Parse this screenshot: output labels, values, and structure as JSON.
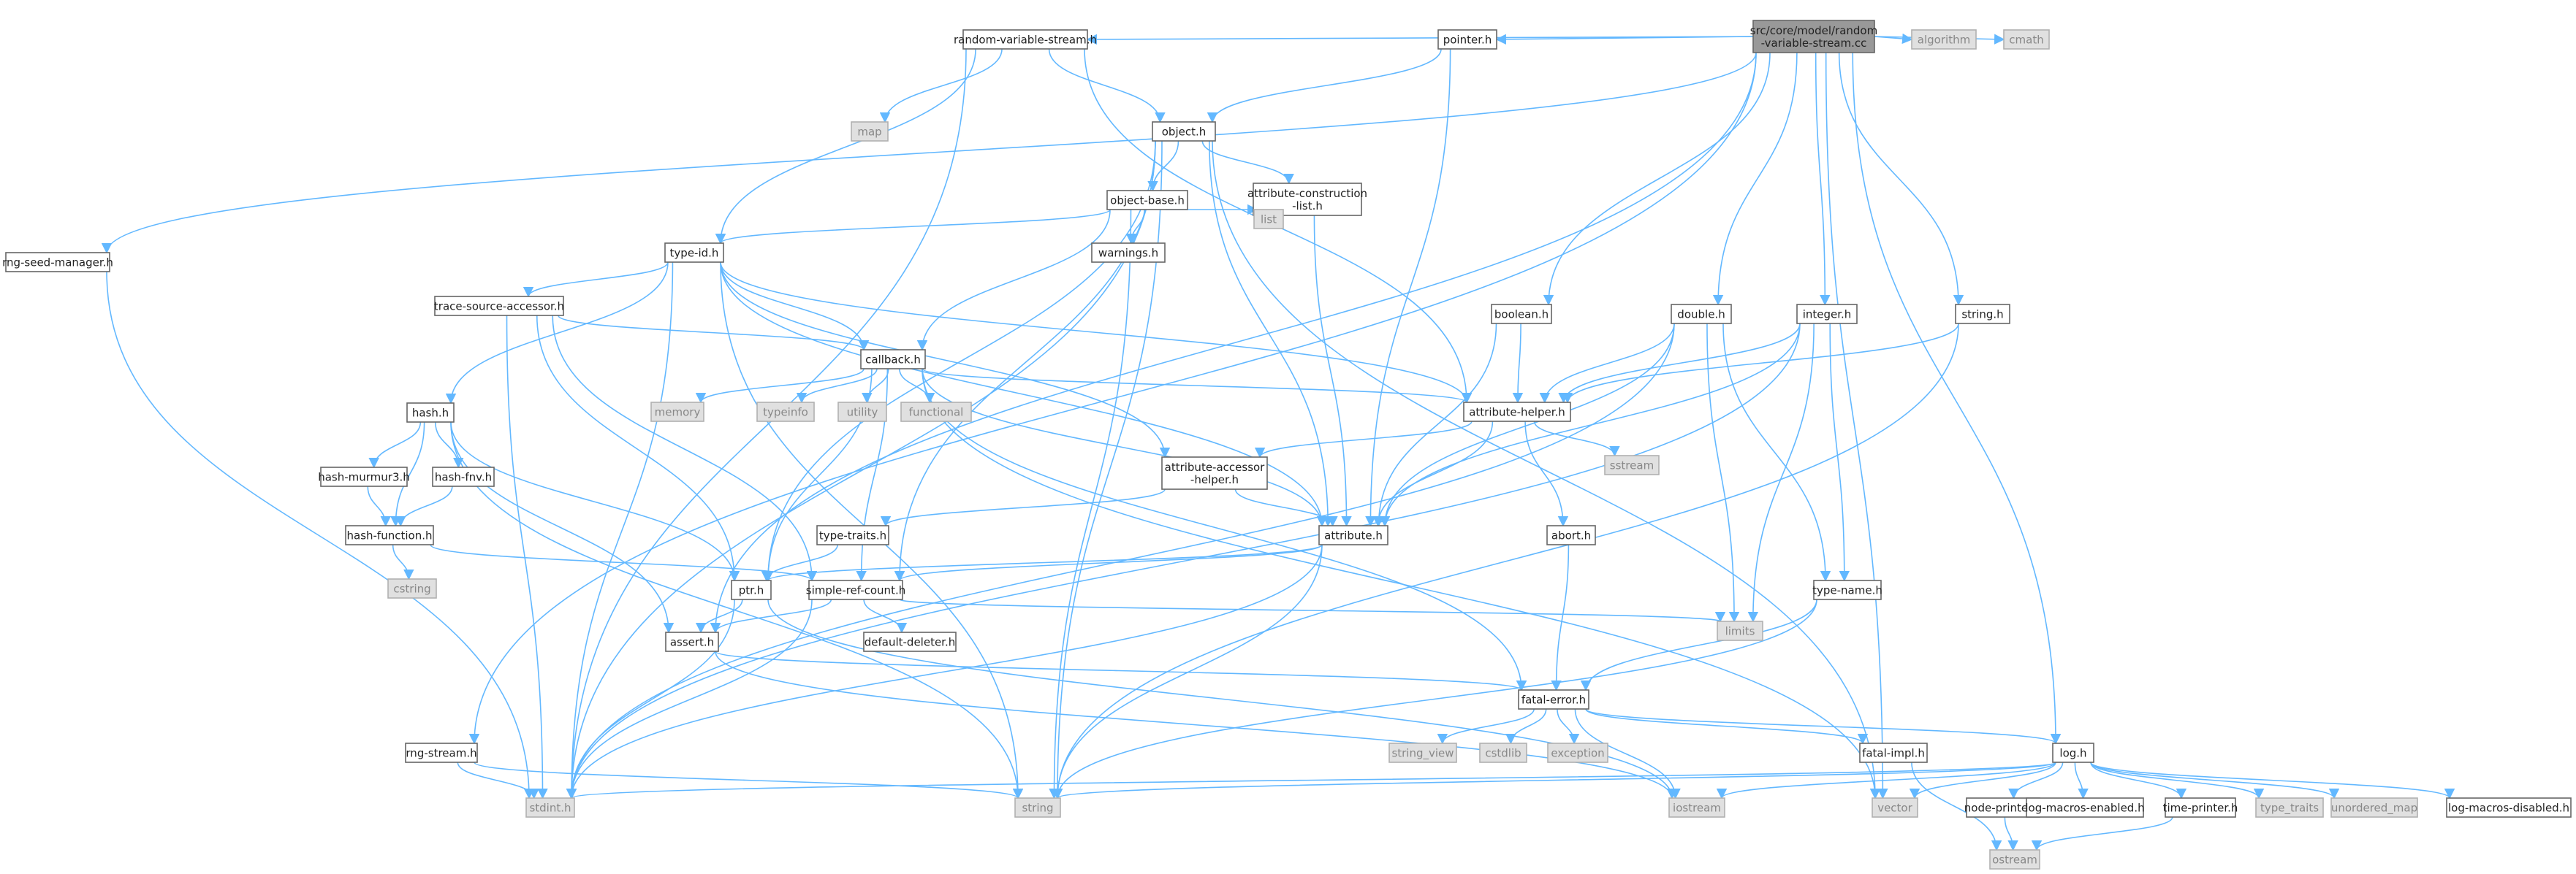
{
  "colors": {
    "edge": "#63b8ff",
    "node_border": "#666666",
    "root_fill": "#999999",
    "external_fill": "#e0e0e0",
    "external_text": "#888888"
  },
  "nodes": [
    {
      "id": "root",
      "kind": "root",
      "lines": [
        "src/core/model/random",
        "-variable-stream.cc"
      ]
    },
    {
      "id": "rvs_h",
      "kind": "file",
      "lines": [
        "random-variable-stream.h"
      ]
    },
    {
      "id": "pointer_h",
      "kind": "file",
      "lines": [
        "pointer.h"
      ]
    },
    {
      "id": "algorithm",
      "kind": "external",
      "lines": [
        "algorithm"
      ]
    },
    {
      "id": "cmath",
      "kind": "external",
      "lines": [
        "cmath"
      ]
    },
    {
      "id": "map",
      "kind": "external",
      "lines": [
        "map"
      ]
    },
    {
      "id": "object_h",
      "kind": "file",
      "lines": [
        "object.h"
      ]
    },
    {
      "id": "object_base_h",
      "kind": "file",
      "lines": [
        "object-base.h"
      ]
    },
    {
      "id": "acl_h",
      "kind": "file",
      "lines": [
        "attribute-construction",
        "-list.h"
      ]
    },
    {
      "id": "list",
      "kind": "external",
      "lines": [
        "list"
      ]
    },
    {
      "id": "warnings_h",
      "kind": "file",
      "lines": [
        "warnings.h"
      ]
    },
    {
      "id": "type_id_h",
      "kind": "file",
      "lines": [
        "type-id.h"
      ]
    },
    {
      "id": "rng_seed_h",
      "kind": "file",
      "lines": [
        "rng-seed-manager.h"
      ]
    },
    {
      "id": "tsa_h",
      "kind": "file",
      "lines": [
        "trace-source-accessor.h"
      ]
    },
    {
      "id": "callback_h",
      "kind": "file",
      "lines": [
        "callback.h"
      ]
    },
    {
      "id": "boolean_h",
      "kind": "file",
      "lines": [
        "boolean.h"
      ]
    },
    {
      "id": "double_h",
      "kind": "file",
      "lines": [
        "double.h"
      ]
    },
    {
      "id": "integer_h",
      "kind": "file",
      "lines": [
        "integer.h"
      ]
    },
    {
      "id": "string_h",
      "kind": "file",
      "lines": [
        "string.h"
      ]
    },
    {
      "id": "hash_h",
      "kind": "file",
      "lines": [
        "hash.h"
      ]
    },
    {
      "id": "memory",
      "kind": "external",
      "lines": [
        "memory"
      ]
    },
    {
      "id": "typeinfo",
      "kind": "external",
      "lines": [
        "typeinfo"
      ]
    },
    {
      "id": "utility",
      "kind": "external",
      "lines": [
        "utility"
      ]
    },
    {
      "id": "functional",
      "kind": "external",
      "lines": [
        "functional"
      ]
    },
    {
      "id": "attr_helper_h",
      "kind": "file",
      "lines": [
        "attribute-helper.h"
      ]
    },
    {
      "id": "sstream",
      "kind": "external",
      "lines": [
        "sstream"
      ]
    },
    {
      "id": "hash_murmur_h",
      "kind": "file",
      "lines": [
        "hash-murmur3.h"
      ]
    },
    {
      "id": "hash_fnv_h",
      "kind": "file",
      "lines": [
        "hash-fnv.h"
      ]
    },
    {
      "id": "attr_acc_h",
      "kind": "file",
      "lines": [
        "attribute-accessor",
        "-helper.h"
      ]
    },
    {
      "id": "hash_fn_h",
      "kind": "file",
      "lines": [
        "hash-function.h"
      ]
    },
    {
      "id": "type_traits_h",
      "kind": "file",
      "lines": [
        "type-traits.h"
      ]
    },
    {
      "id": "attribute_h",
      "kind": "file",
      "lines": [
        "attribute.h"
      ]
    },
    {
      "id": "abort_h",
      "kind": "file",
      "lines": [
        "abort.h"
      ]
    },
    {
      "id": "cstring",
      "kind": "external",
      "lines": [
        "cstring"
      ]
    },
    {
      "id": "ptr_h",
      "kind": "file",
      "lines": [
        "ptr.h"
      ]
    },
    {
      "id": "src_h",
      "kind": "file",
      "lines": [
        "simple-ref-count.h"
      ]
    },
    {
      "id": "type_name_h",
      "kind": "file",
      "lines": [
        "type-name.h"
      ]
    },
    {
      "id": "limits",
      "kind": "external",
      "lines": [
        "limits"
      ]
    },
    {
      "id": "assert_h",
      "kind": "file",
      "lines": [
        "assert.h"
      ]
    },
    {
      "id": "default_deleter_h",
      "kind": "file",
      "lines": [
        "default-deleter.h"
      ]
    },
    {
      "id": "fatal_error_h",
      "kind": "file",
      "lines": [
        "fatal-error.h"
      ]
    },
    {
      "id": "string_view",
      "kind": "external",
      "lines": [
        "string_view"
      ]
    },
    {
      "id": "cstdlib",
      "kind": "external",
      "lines": [
        "cstdlib"
      ]
    },
    {
      "id": "exception",
      "kind": "external",
      "lines": [
        "exception"
      ]
    },
    {
      "id": "rng_stream_h",
      "kind": "file",
      "lines": [
        "rng-stream.h"
      ]
    },
    {
      "id": "fatal_impl_h",
      "kind": "file",
      "lines": [
        "fatal-impl.h"
      ]
    },
    {
      "id": "log_h",
      "kind": "file",
      "lines": [
        "log.h"
      ]
    },
    {
      "id": "stdint_h",
      "kind": "external",
      "lines": [
        "stdint.h"
      ]
    },
    {
      "id": "string",
      "kind": "external",
      "lines": [
        "string"
      ]
    },
    {
      "id": "iostream",
      "kind": "external",
      "lines": [
        "iostream"
      ]
    },
    {
      "id": "vector",
      "kind": "external",
      "lines": [
        "vector"
      ]
    },
    {
      "id": "node_printer_h",
      "kind": "file",
      "lines": [
        "node-printer.h"
      ]
    },
    {
      "id": "log_me_h",
      "kind": "file",
      "lines": [
        "log-macros-enabled.h"
      ]
    },
    {
      "id": "time_printer_h",
      "kind": "file",
      "lines": [
        "time-printer.h"
      ]
    },
    {
      "id": "type_traits",
      "kind": "external",
      "lines": [
        "type_traits"
      ]
    },
    {
      "id": "unordered_map",
      "kind": "external",
      "lines": [
        "unordered_map"
      ]
    },
    {
      "id": "log_md_h",
      "kind": "file",
      "lines": [
        "log-macros-disabled.h"
      ]
    },
    {
      "id": "ostream",
      "kind": "external",
      "lines": [
        "ostream"
      ]
    }
  ],
  "edges": [
    [
      "root",
      "rvs_h"
    ],
    [
      "root",
      "pointer_h"
    ],
    [
      "root",
      "algorithm"
    ],
    [
      "root",
      "cmath"
    ],
    [
      "root",
      "rng_seed_h"
    ],
    [
      "root",
      "rng_stream_h"
    ],
    [
      "root",
      "assert_h"
    ],
    [
      "root",
      "boolean_h"
    ],
    [
      "root",
      "double_h"
    ],
    [
      "root",
      "integer_h"
    ],
    [
      "root",
      "string_h"
    ],
    [
      "root",
      "log_h"
    ],
    [
      "root",
      "vector"
    ],
    [
      "rvs_h",
      "map"
    ],
    [
      "rvs_h",
      "object_h"
    ],
    [
      "rvs_h",
      "type_id_h"
    ],
    [
      "rvs_h",
      "attr_helper_h"
    ],
    [
      "rvs_h",
      "stdint_h"
    ],
    [
      "pointer_h",
      "object_h"
    ],
    [
      "pointer_h",
      "attribute_h"
    ],
    [
      "object_h",
      "object_base_h"
    ],
    [
      "object_h",
      "acl_h"
    ],
    [
      "object_h",
      "ptr_h"
    ],
    [
      "object_h",
      "src_h"
    ],
    [
      "object_h",
      "attribute_h"
    ],
    [
      "object_h",
      "string"
    ],
    [
      "object_h",
      "vector"
    ],
    [
      "object_h",
      "stdint_h"
    ],
    [
      "object_base_h",
      "type_id_h"
    ],
    [
      "object_base_h",
      "warnings_h"
    ],
    [
      "object_base_h",
      "list"
    ],
    [
      "object_base_h",
      "callback_h"
    ],
    [
      "object_base_h",
      "string"
    ],
    [
      "acl_h",
      "list"
    ],
    [
      "acl_h",
      "attribute_h"
    ],
    [
      "type_id_h",
      "tsa_h"
    ],
    [
      "type_id_h",
      "callback_h"
    ],
    [
      "type_id_h",
      "hash_h"
    ],
    [
      "type_id_h",
      "attr_helper_h"
    ],
    [
      "type_id_h",
      "attr_acc_h"
    ],
    [
      "type_id_h",
      "attribute_h"
    ],
    [
      "type_id_h",
      "string"
    ],
    [
      "type_id_h",
      "stdint_h"
    ],
    [
      "rng_seed_h",
      "stdint_h"
    ],
    [
      "tsa_h",
      "callback_h"
    ],
    [
      "tsa_h",
      "ptr_h"
    ],
    [
      "tsa_h",
      "src_h"
    ],
    [
      "tsa_h",
      "stdint_h"
    ],
    [
      "callback_h",
      "memory"
    ],
    [
      "callback_h",
      "typeinfo"
    ],
    [
      "callback_h",
      "utility"
    ],
    [
      "callback_h",
      "functional"
    ],
    [
      "callback_h",
      "attr_helper_h"
    ],
    [
      "callback_h",
      "attribute_h"
    ],
    [
      "callback_h",
      "ptr_h"
    ],
    [
      "callback_h",
      "src_h"
    ],
    [
      "callback_h",
      "fatal_error_h"
    ],
    [
      "callback_h",
      "vector"
    ],
    [
      "boolean_h",
      "attr_helper_h"
    ],
    [
      "boolean_h",
      "attribute_h"
    ],
    [
      "double_h",
      "attr_helper_h"
    ],
    [
      "double_h",
      "attribute_h"
    ],
    [
      "double_h",
      "limits"
    ],
    [
      "double_h",
      "type_name_h"
    ],
    [
      "double_h",
      "stdint_h"
    ],
    [
      "integer_h",
      "attr_helper_h"
    ],
    [
      "integer_h",
      "attribute_h"
    ],
    [
      "integer_h",
      "limits"
    ],
    [
      "integer_h",
      "type_name_h"
    ],
    [
      "integer_h",
      "stdint_h"
    ],
    [
      "string_h",
      "attr_helper_h"
    ],
    [
      "string_h",
      "string"
    ],
    [
      "hash_h",
      "hash_murmur_h"
    ],
    [
      "hash_h",
      "hash_fnv_h"
    ],
    [
      "hash_h",
      "hash_fn_h"
    ],
    [
      "hash_h",
      "ptr_h"
    ],
    [
      "hash_h",
      "assert_h"
    ],
    [
      "hash_h",
      "string"
    ],
    [
      "attr_helper_h",
      "sstream"
    ],
    [
      "attr_helper_h",
      "abort_h"
    ],
    [
      "attr_helper_h",
      "attr_acc_h"
    ],
    [
      "attr_helper_h",
      "attribute_h"
    ],
    [
      "hash_murmur_h",
      "hash_fn_h"
    ],
    [
      "hash_fnv_h",
      "hash_fn_h"
    ],
    [
      "attr_acc_h",
      "type_traits_h"
    ],
    [
      "attr_acc_h",
      "attribute_h"
    ],
    [
      "hash_fn_h",
      "cstring"
    ],
    [
      "hash_fn_h",
      "src_h"
    ],
    [
      "type_traits_h",
      "ptr_h"
    ],
    [
      "attribute_h",
      "ptr_h"
    ],
    [
      "attribute_h",
      "src_h"
    ],
    [
      "attribute_h",
      "string"
    ],
    [
      "attribute_h",
      "stdint_h"
    ],
    [
      "abort_h",
      "fatal_error_h"
    ],
    [
      "ptr_h",
      "assert_h"
    ],
    [
      "ptr_h",
      "iostream"
    ],
    [
      "ptr_h",
      "stdint_h"
    ],
    [
      "src_h",
      "assert_h"
    ],
    [
      "src_h",
      "default_deleter_h"
    ],
    [
      "src_h",
      "limits"
    ],
    [
      "src_h",
      "stdint_h"
    ],
    [
      "type_name_h",
      "fatal_error_h"
    ],
    [
      "type_name_h",
      "string"
    ],
    [
      "assert_h",
      "fatal_error_h"
    ],
    [
      "assert_h",
      "iostream"
    ],
    [
      "fatal_error_h",
      "string_view"
    ],
    [
      "fatal_error_h",
      "cstdlib"
    ],
    [
      "fatal_error_h",
      "exception"
    ],
    [
      "fatal_error_h",
      "fatal_impl_h"
    ],
    [
      "fatal_error_h",
      "log_h"
    ],
    [
      "fatal_error_h",
      "iostream"
    ],
    [
      "rng_stream_h",
      "stdint_h"
    ],
    [
      "rng_stream_h",
      "string"
    ],
    [
      "fatal_impl_h",
      "ostream"
    ],
    [
      "log_h",
      "stdint_h"
    ],
    [
      "log_h",
      "string"
    ],
    [
      "log_h",
      "iostream"
    ],
    [
      "log_h",
      "vector"
    ],
    [
      "log_h",
      "node_printer_h"
    ],
    [
      "log_h",
      "log_me_h"
    ],
    [
      "log_h",
      "time_printer_h"
    ],
    [
      "log_h",
      "type_traits"
    ],
    [
      "log_h",
      "unordered_map"
    ],
    [
      "log_h",
      "log_md_h"
    ],
    [
      "node_printer_h",
      "ostream"
    ],
    [
      "time_printer_h",
      "ostream"
    ]
  ]
}
